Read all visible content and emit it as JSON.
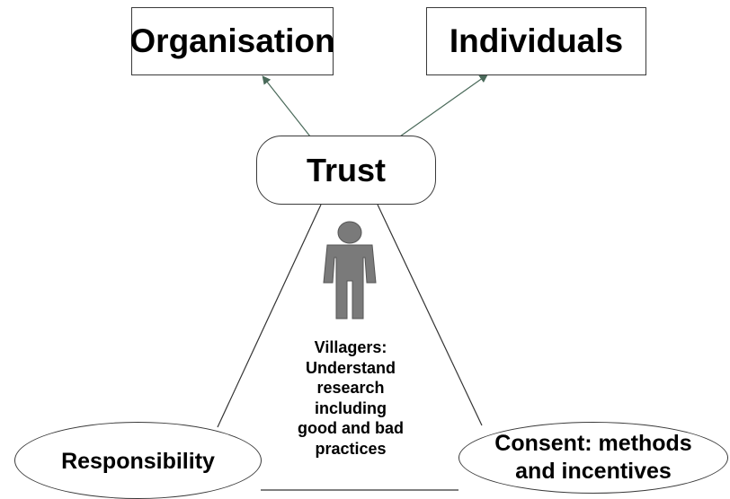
{
  "nodes": {
    "organisation": "Organisation",
    "individuals": "Individuals",
    "trust": "Trust",
    "responsibility": "Responsibility",
    "consent_line1": "Consent: methods",
    "consent_line2": "and incentives"
  },
  "villagers": {
    "line1": "Villagers:",
    "line2": "Understand",
    "line3": "research",
    "line4": "including",
    "line5": "good and bad",
    "line6": "practices"
  },
  "icons": {
    "person": "person-icon"
  },
  "colors": {
    "person_fill": "#7a7a7a",
    "line": "#333333",
    "arrow": "#4a6a5a"
  }
}
